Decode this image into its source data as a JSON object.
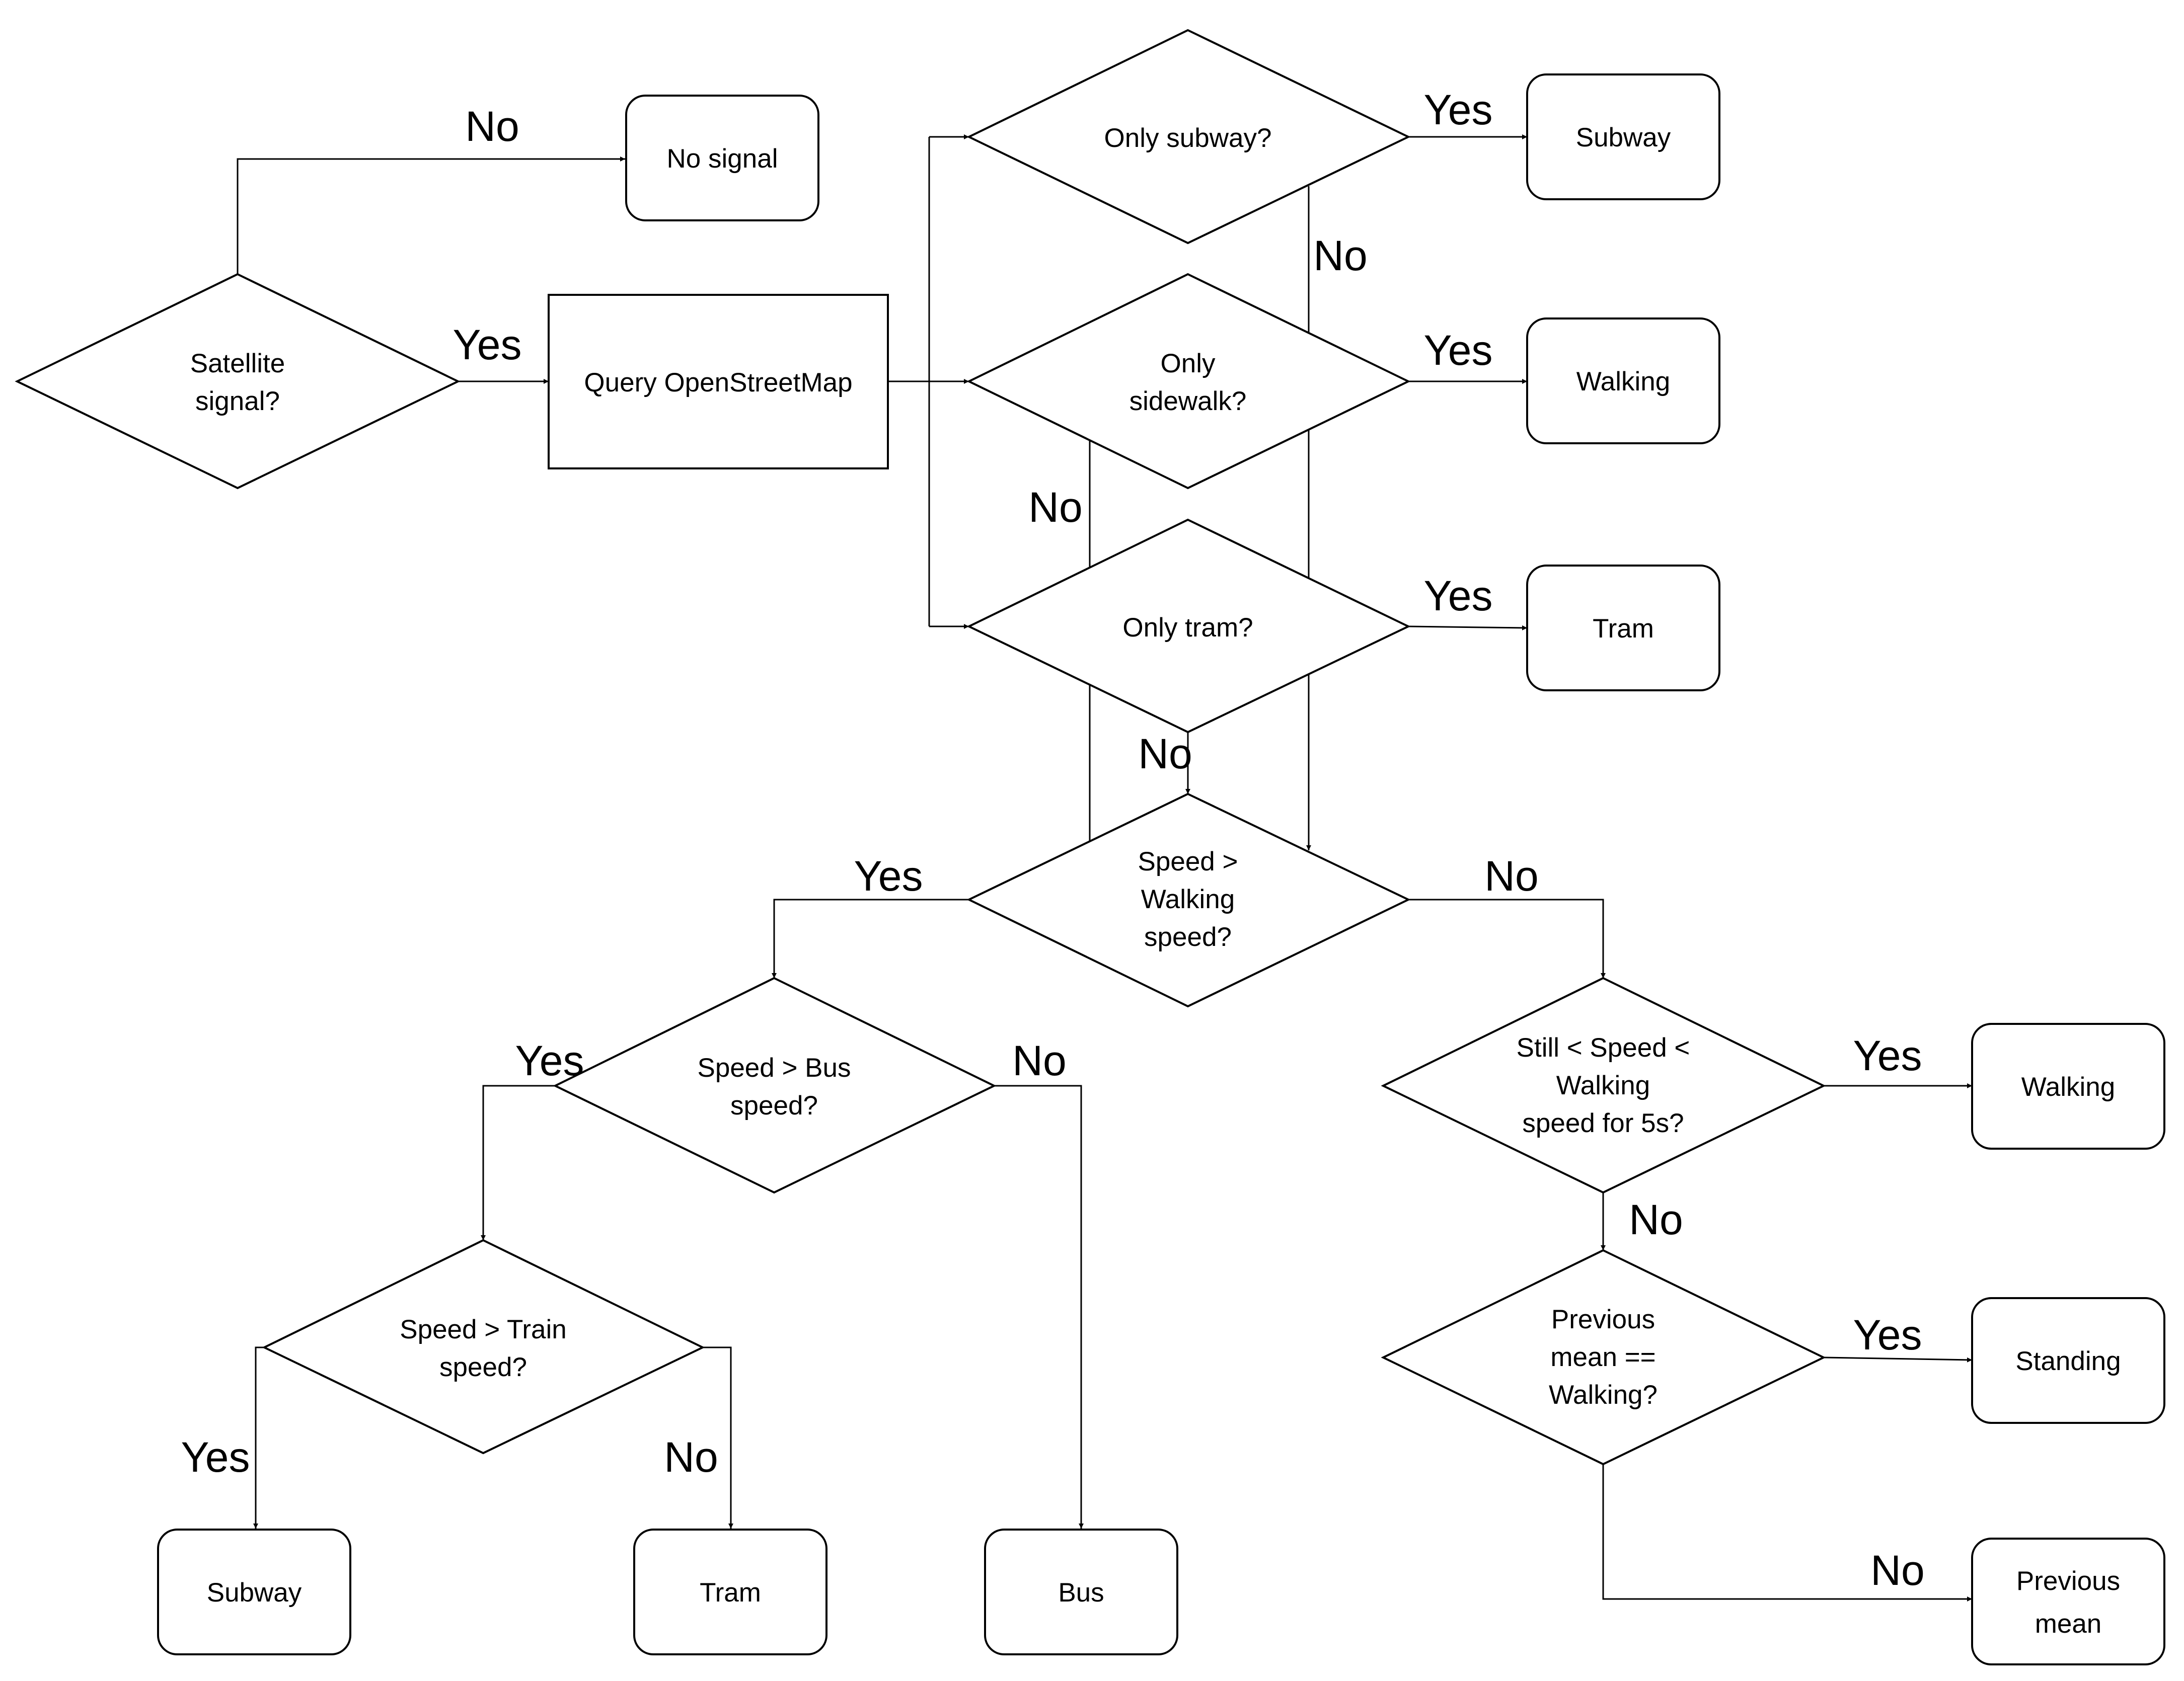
{
  "nodes": {
    "satellite": [
      "Satellite",
      "signal?"
    ],
    "no_signal": [
      "No signal"
    ],
    "query_osm": [
      "Query OpenStreetMap"
    ],
    "only_subway": [
      "Only subway?"
    ],
    "only_sidewalk": [
      "Only",
      "sidewalk?"
    ],
    "only_tram": [
      "Only tram?"
    ],
    "subway_top": [
      "Subway"
    ],
    "walking_top": [
      "Walking"
    ],
    "tram_top": [
      "Tram"
    ],
    "speed_walking": [
      "Speed >",
      "Walking",
      "speed?"
    ],
    "speed_bus": [
      "Speed > Bus",
      "speed?"
    ],
    "speed_train": [
      "Speed > Train",
      "speed?"
    ],
    "subway_bottom": [
      "Subway"
    ],
    "tram_bottom": [
      "Tram"
    ],
    "bus": [
      "Bus"
    ],
    "still_speed": [
      "Still < Speed <",
      "Walking",
      "speed for 5s?"
    ],
    "walking_right": [
      "Walking"
    ],
    "prev_mean_q": [
      "Previous",
      "mean ==",
      "Walking?"
    ],
    "standing": [
      "Standing"
    ],
    "previous_mean": [
      "Previous",
      "mean"
    ]
  },
  "edges": {
    "satellite_no": "No",
    "satellite_yes": "Yes",
    "subway_yes": "Yes",
    "subway_no": "No",
    "sidewalk_yes": "Yes",
    "sidewalk_no": "No",
    "tram_yes": "Yes",
    "tram_no": "No",
    "walking_yes": "Yes",
    "walking_no": "No",
    "bus_yes": "Yes",
    "bus_no": "No",
    "train_yes": "Yes",
    "train_no": "No",
    "still_yes": "Yes",
    "still_no": "No",
    "prev_yes": "Yes",
    "prev_no": "No"
  }
}
